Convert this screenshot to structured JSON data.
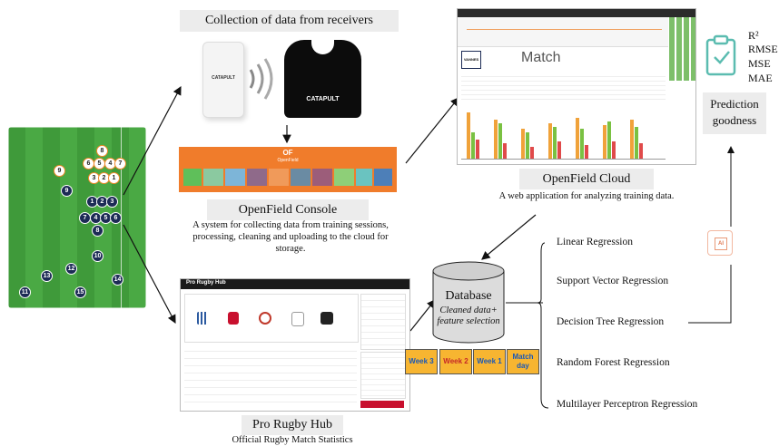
{
  "receivers": {
    "title": "Collection of data from receivers",
    "device_brand": "CATAPULT",
    "vest_brand": "CATAPULT"
  },
  "openfield_console": {
    "logo": "OF",
    "banner_label": "OpenField",
    "title": "OpenField Console",
    "description": "A system for collecting data from training sessions, processing, cleaning and uploading to the cloud for storage."
  },
  "openfield_cloud": {
    "title": "OpenField Cloud",
    "description": "A web application for analyzing training data.",
    "screenshot_heading": "Match",
    "team_badge": "VANNES"
  },
  "pro_rugby_hub": {
    "title": "Pro Rugby Hub",
    "subtitle": "Official Rugby Match Statistics",
    "app_label": "Pro Rugby Hub"
  },
  "pitch": {
    "home_numbers": [
      "1",
      "2",
      "3",
      "7",
      "4",
      "5",
      "6",
      "8",
      "9",
      "10",
      "11",
      "12",
      "13",
      "14",
      "15"
    ],
    "away_numbers": [
      "8",
      "6",
      "5",
      "4",
      "7",
      "3",
      "2",
      "1",
      "9"
    ]
  },
  "database": {
    "title": "Database",
    "subtitle": "Cleaned data+ feature selection"
  },
  "weeks": [
    {
      "label": "Week 3"
    },
    {
      "label": "Week 2"
    },
    {
      "label": "Week 1"
    },
    {
      "label": "Match day"
    }
  ],
  "models": [
    "Linear Regression",
    "Support Vector Regression",
    "Decision Tree Regression",
    "Random Forest Regression",
    "Multilayer Perceptron Regression"
  ],
  "ai_icon_label": "AI",
  "prediction": {
    "title": "Prediction goodness",
    "metrics": [
      "R²",
      "RMSE",
      "MSE",
      "MAE"
    ]
  },
  "colors": {
    "openfield_orange": "#f07c2b",
    "week_yellow": "#f7b531",
    "week_text_blue": "#1a58b7",
    "week_text_red": "#c62828",
    "pitch_green": "#4aa944",
    "home_navy": "#1c2b55"
  }
}
